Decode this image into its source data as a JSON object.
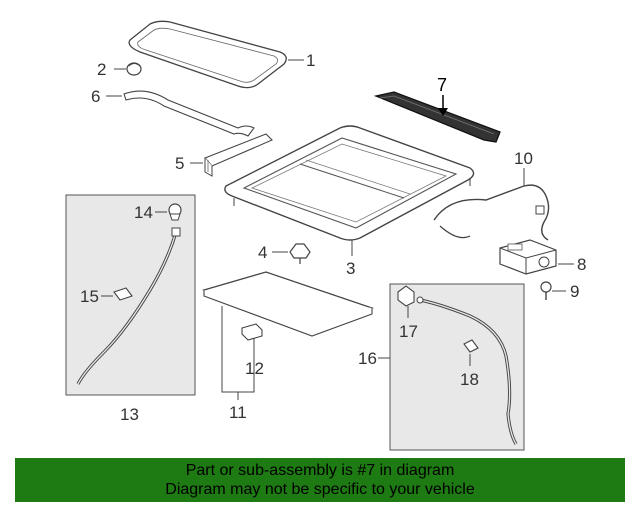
{
  "callouts": {
    "c1": "1",
    "c2": "2",
    "c3": "3",
    "c4": "4",
    "c5": "5",
    "c6": "6",
    "c7": "7",
    "c8": "8",
    "c9": "9",
    "c10": "10",
    "c11": "11",
    "c12": "12",
    "c13": "13",
    "c14": "14",
    "c15": "15",
    "c16": "16",
    "c17": "17",
    "c18": "18"
  },
  "highlight_part": "7",
  "banner": {
    "line1": "Part or sub-assembly is #7 in diagram",
    "line2": "Diagram may not be specific to your vehicle",
    "color": "#1e7a12"
  },
  "colors": {
    "line": "#444444",
    "box_fill": "#e8e8e8",
    "part_fill": "#ffffff",
    "highlight": "#222222"
  }
}
